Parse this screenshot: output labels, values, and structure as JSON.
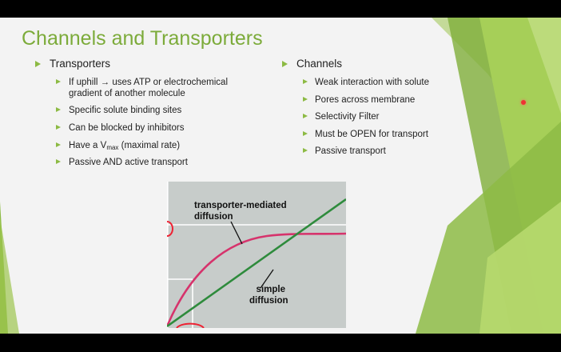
{
  "slide": {
    "title": "Channels and Transporters",
    "transporters": {
      "heading": "Transporters",
      "items": [
        {
          "lines": [
            "If uphill → uses ATP or electrochemical",
            "gradient of another molecule"
          ]
        },
        {
          "lines": [
            "Specific solute binding sites"
          ]
        },
        {
          "lines": [
            "Can be blocked by inhibitors"
          ]
        },
        {
          "prefix": "Have a V",
          "sub": "max",
          "suffix": " (maximal rate)"
        },
        {
          "lines": [
            "Passive AND active transport"
          ]
        }
      ]
    },
    "channels": {
      "heading": "Channels",
      "items": [
        "Weak interaction with solute",
        "Pores across membrane",
        "Selectivity Filter",
        "Must be OPEN for transport",
        "Passive transport"
      ]
    },
    "graph": {
      "label_transporter_1": "transporter-mediated",
      "label_transporter_2": "diffusion",
      "label_simple_1": "simple",
      "label_simple_2": "diffusion"
    }
  },
  "colors": {
    "title_green": "#7cab3a",
    "bullet_green": "#8cba43",
    "transporter_curve": "#d6336c",
    "simple_line": "#2e8b3c",
    "graph_bg": "#c7ccca"
  },
  "chart_data": {
    "type": "line",
    "series": [
      {
        "name": "transporter-mediated diffusion",
        "shape": "saturating"
      },
      {
        "name": "simple diffusion",
        "shape": "linear"
      }
    ]
  }
}
